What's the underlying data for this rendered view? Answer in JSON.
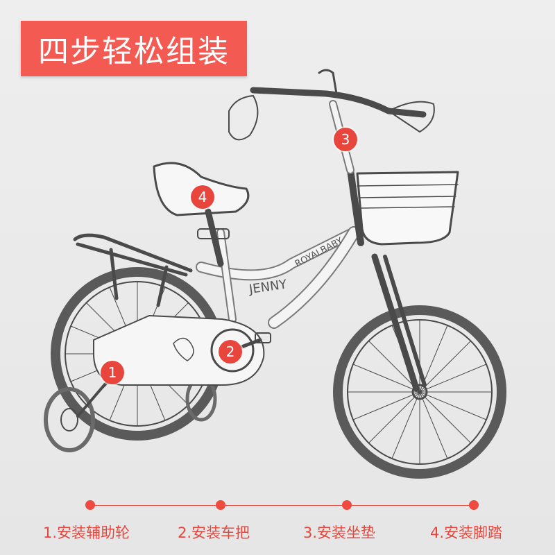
{
  "title": "四步轻松组装",
  "markers": [
    "1",
    "2",
    "3",
    "4"
  ],
  "bike": {
    "frame_text": "JENNY",
    "tube_text": "ROYALBABY"
  },
  "steps": [
    {
      "label": "1.安装辅助轮"
    },
    {
      "label": "2.安装车把"
    },
    {
      "label": "3.安装坐垫"
    },
    {
      "label": "4.安装脚踏"
    }
  ],
  "colors": {
    "accent": "#f25a52",
    "marker": "#e8463c",
    "background": "#ececec"
  }
}
